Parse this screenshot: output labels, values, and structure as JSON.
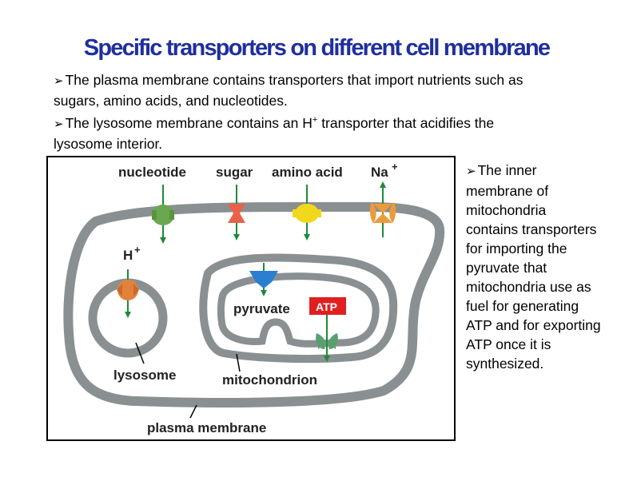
{
  "title": "Specific transporters on different cell  membrane",
  "bullets": {
    "b1": "The plasma membrane contains transporters that import nutrients such as sugars, amino acids, and nucleotides.",
    "b2_pre": "The lysosome membrane contains an H",
    "b2_sup": "+",
    "b2_post": " transporter that acidifies the lysosome interior.",
    "b3": "The inner membrane of mitochondria contains transporters for importing the pyruvate that mitochondria use as fuel for generating ATP and for exporting ATP once it is synthesized."
  },
  "diagram": {
    "nucleotide": "nucleotide",
    "sugar": "sugar",
    "amino_acid": "amino acid",
    "na": "Na",
    "plus": "+",
    "h": "H",
    "pyruvate": "pyruvate",
    "atp": "ATP",
    "lysosome": "lysosome",
    "mitochondrion": "mitochondrion",
    "plasma_membrane": "plasma membrane",
    "colors": {
      "membrane": "#8a9092",
      "arrow": "#1e8a3a",
      "nucleotide_transporter": "#6aa84f",
      "sugar_transporter": "#e8614a",
      "amino_transporter": "#f2d81b",
      "na_transporter": "#ee9a3a",
      "h_transporter": "#e2823a",
      "pyruvate_transporter": "#2a7fd0",
      "atp_transporter": "#5aa06e",
      "atp_box": "#e02020"
    }
  }
}
